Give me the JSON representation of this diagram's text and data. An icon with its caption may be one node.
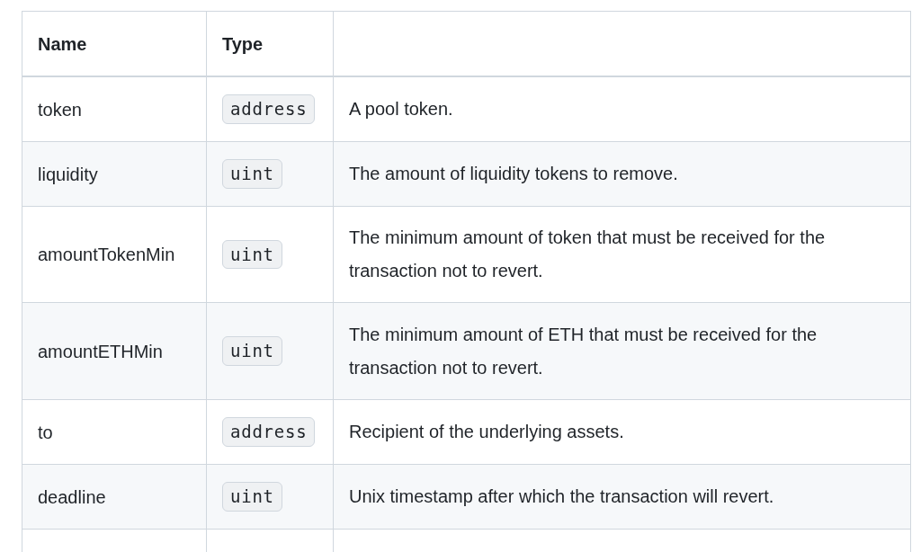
{
  "diagram": {
    "labels": [
      "Name",
      "Type",
      "token",
      "address",
      "A pool token.",
      "liquidity",
      "uint",
      "The amount of liquidity tokens to remove.",
      "amountTokenMin",
      "uint",
      "The minimum amount of token that must be received for the transaction not to revert.",
      "amountETHMin",
      "uint",
      "The minimum amount of ETH that must be received for the transaction not to revert.",
      "to",
      "address",
      "Recipient of the underlying assets.",
      "deadline",
      "uint",
      "Unix timestamp after which the transaction will revert."
    ]
  }
}
